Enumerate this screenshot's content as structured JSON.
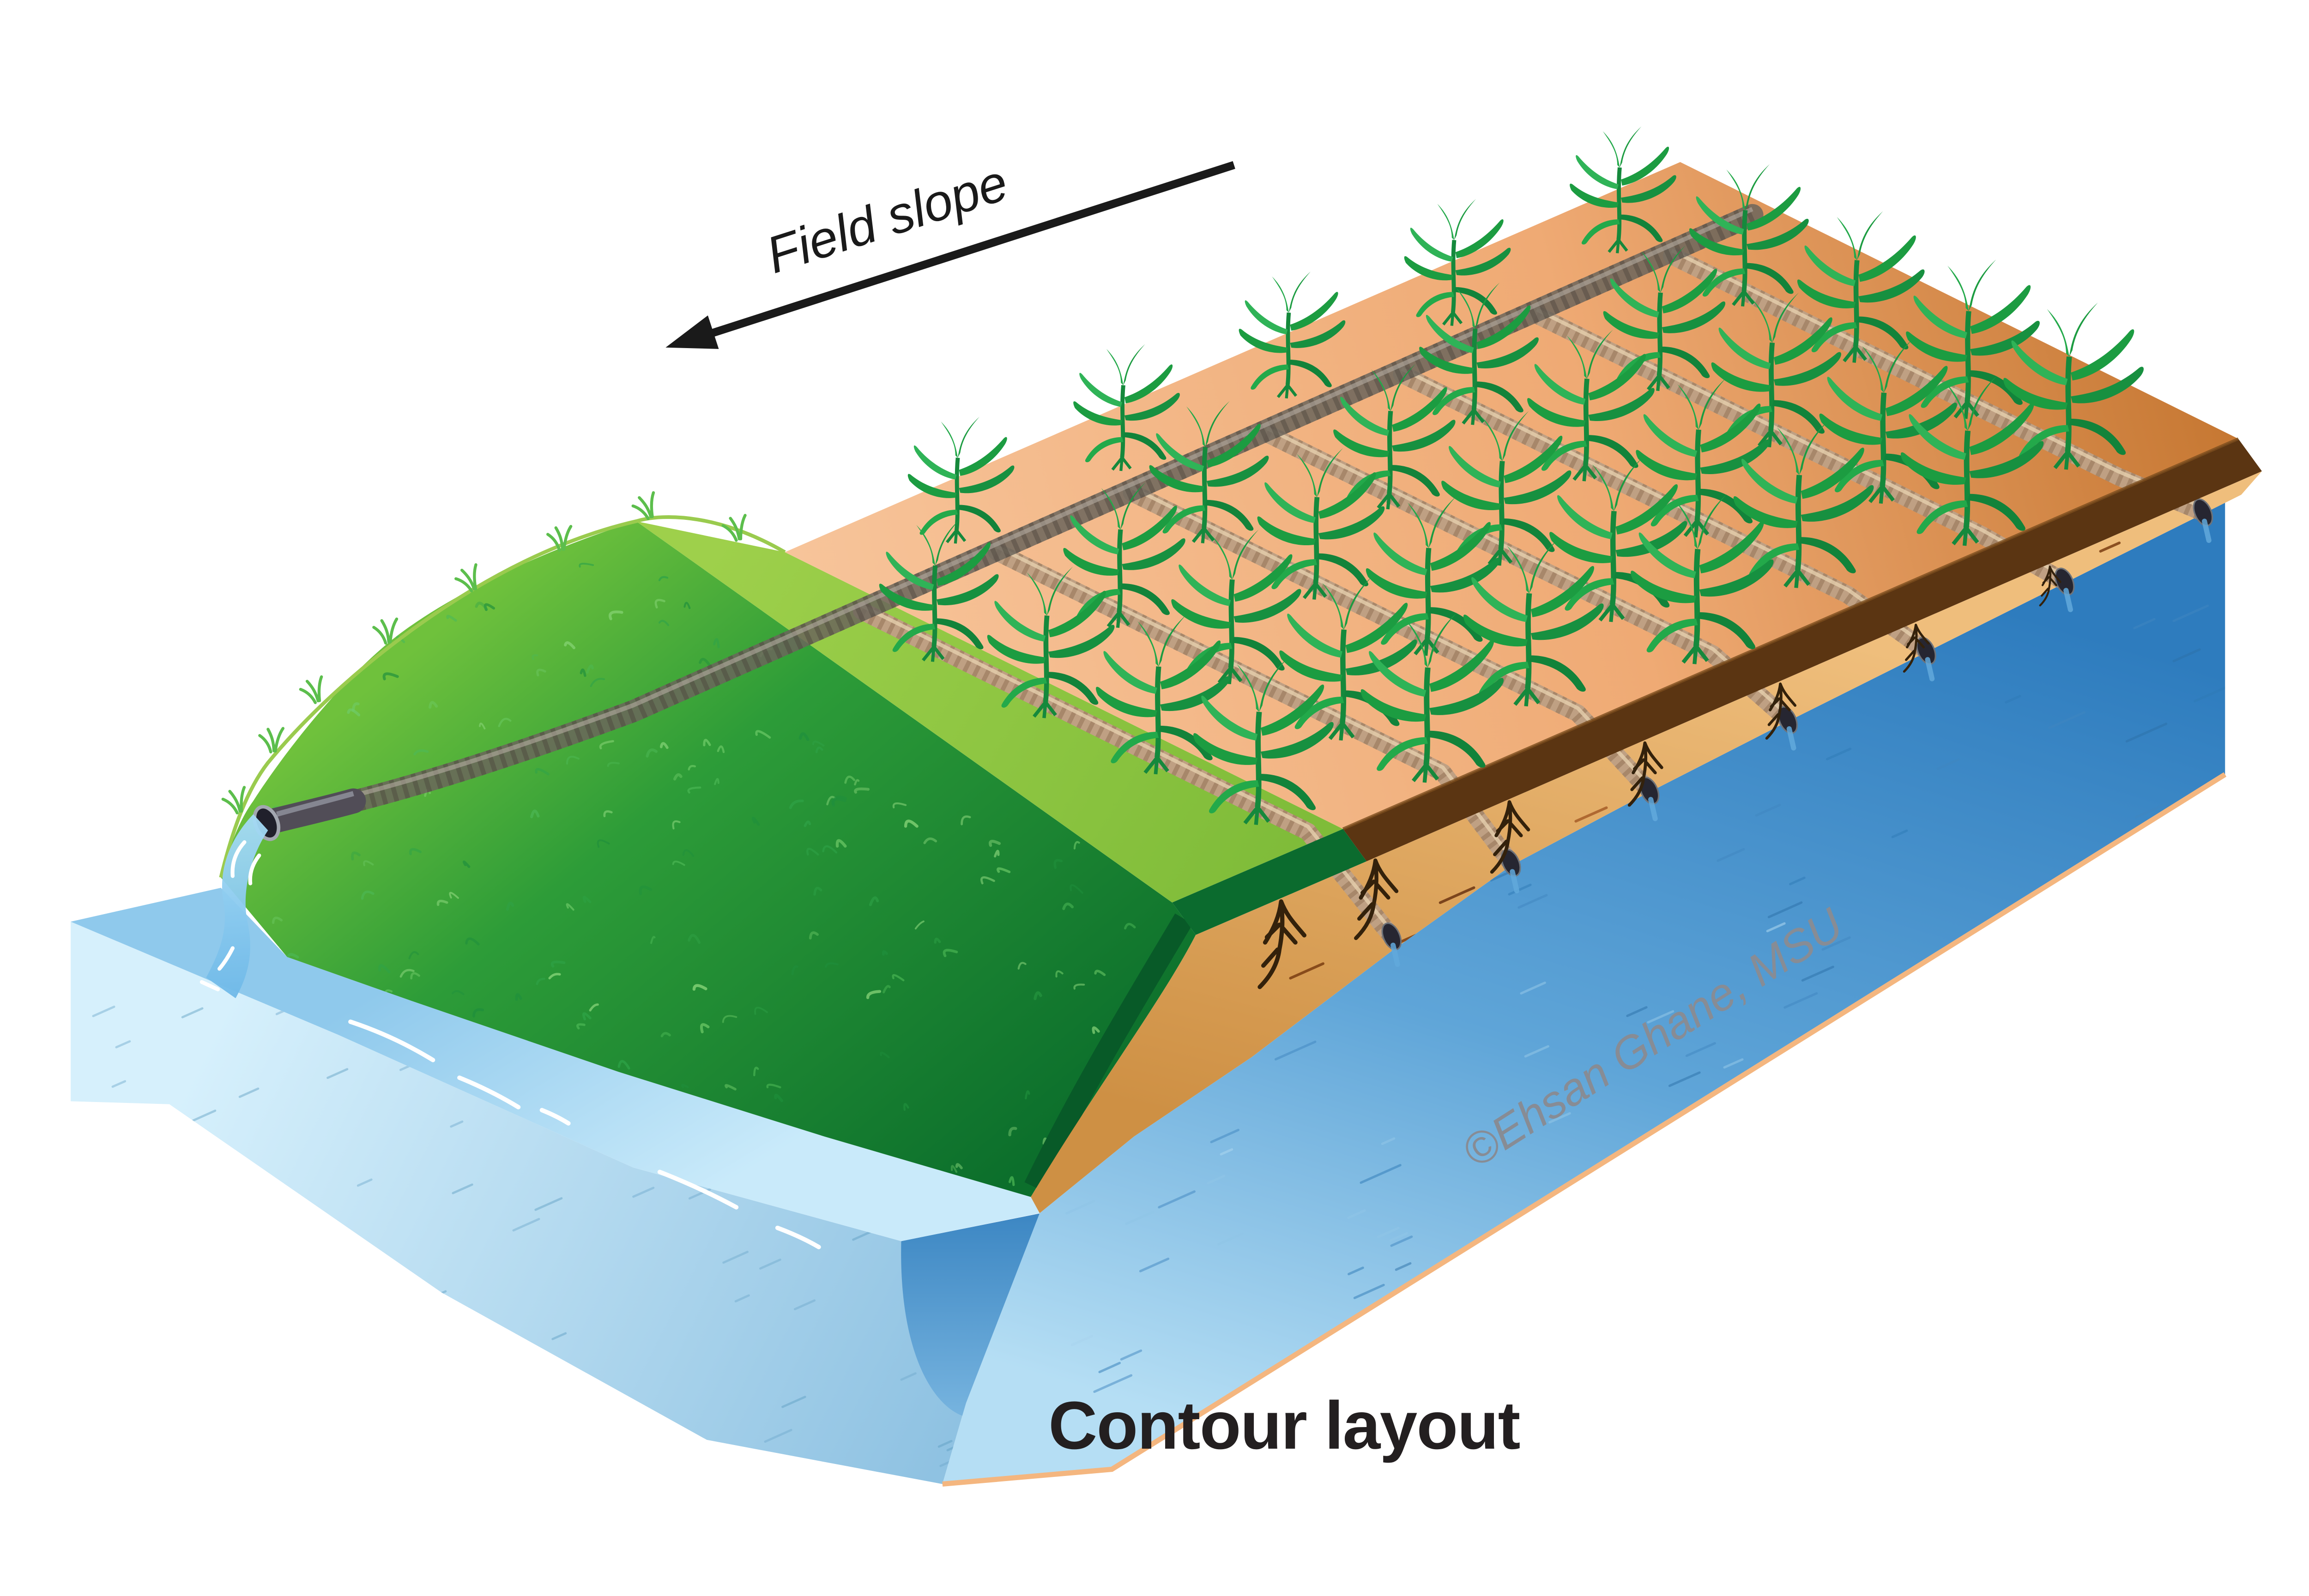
{
  "labels": {
    "field_slope": "Field slope",
    "caption": "Contour layout",
    "copyright": "©Ehsan Ghane, MSU"
  },
  "diagram": {
    "kind": "isometric-drainage-layout-illustration",
    "layout_name": "Contour layout",
    "slope_direction": "down to lower-left",
    "lateral_pipe_count": 7,
    "corn_plants_per_row": 4,
    "top_corn_row_count": 5,
    "has_grass_buffer_strip": true,
    "water_body": "open ditch",
    "elements": [
      "field-slope-arrow",
      "corn-field-surface",
      "grass-buffer-strip",
      "light-grass-strip",
      "main-drain-pipe",
      "lateral-pipes",
      "soil-cut-edge",
      "ditch-bank",
      "plant-roots",
      "ditch-water",
      "ditch-channel-cross-section",
      "outlet-pipe",
      "outlet-water-stream",
      "copyright-watermark",
      "caption"
    ],
    "colors": {
      "soil_light": "#F7C49A",
      "soil_dark": "#C87631",
      "soil_cut_edge": "#5B3512",
      "grass_cut_edge": "#0B6B2E",
      "bank_sand_light": "#ECB977",
      "bank_sand_dark": "#CE9044",
      "grass_light": "#8CC63F",
      "grass_dark": "#0C6F2C",
      "water_deep": "#2E7CBE",
      "water_light": "#B5DEF4",
      "water_cut_face": "#CDEBFA",
      "channel_water": "#3E88C4",
      "main_pipe_gray": "#6B655C",
      "lateral_pipe_tan": "#BFA083",
      "corn_green": "#1C9C41",
      "arrow_black": "#1A1A1A",
      "watermark_gray": "#878C95",
      "caption_black": "#231F20"
    }
  }
}
